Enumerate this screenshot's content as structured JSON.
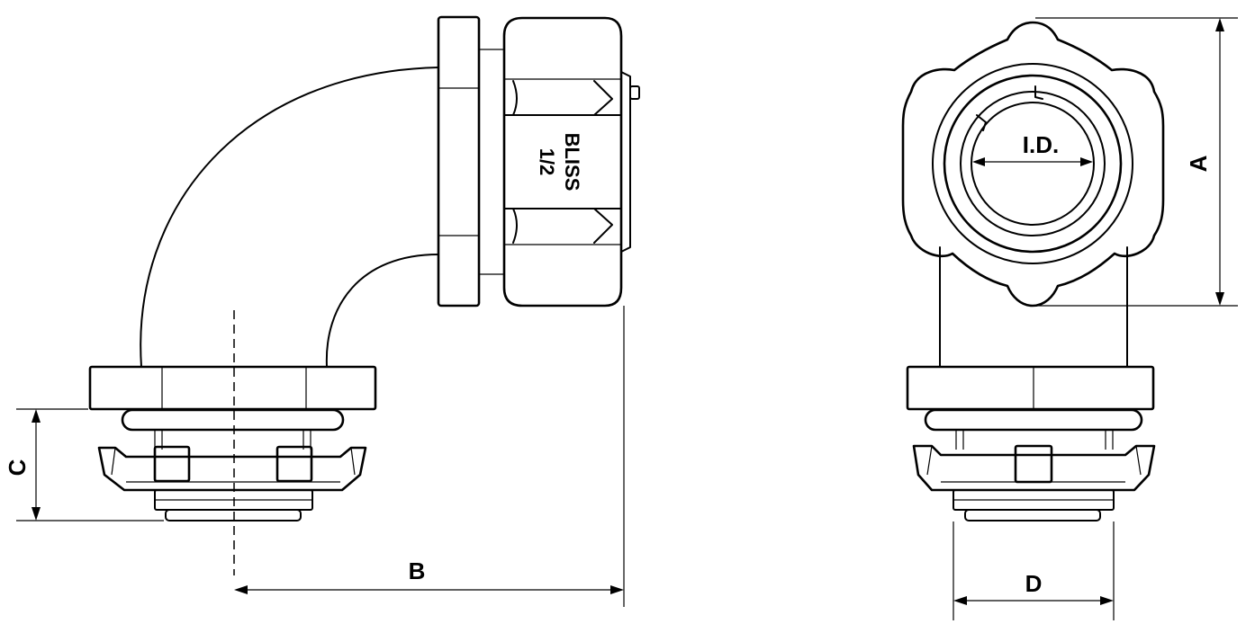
{
  "labels": {
    "a": "A",
    "b": "B",
    "c": "C",
    "d": "D",
    "id": "I.D."
  },
  "marking": {
    "line1": "BLISS",
    "line2": "1/2"
  }
}
